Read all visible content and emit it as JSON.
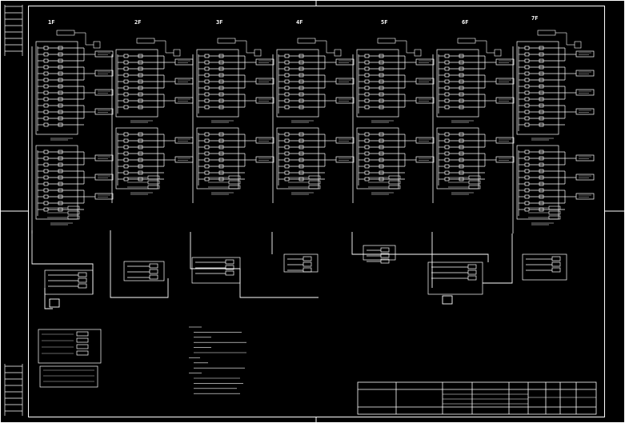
{
  "drawing": {
    "background": "#000000",
    "line_color": "#ffffff",
    "floors": [
      "1F",
      "2F",
      "3F",
      "4F",
      "5F",
      "6F",
      "7F"
    ],
    "modules_per_column": 2,
    "risers": 3,
    "notes_present": true,
    "title_block_present": true
  }
}
